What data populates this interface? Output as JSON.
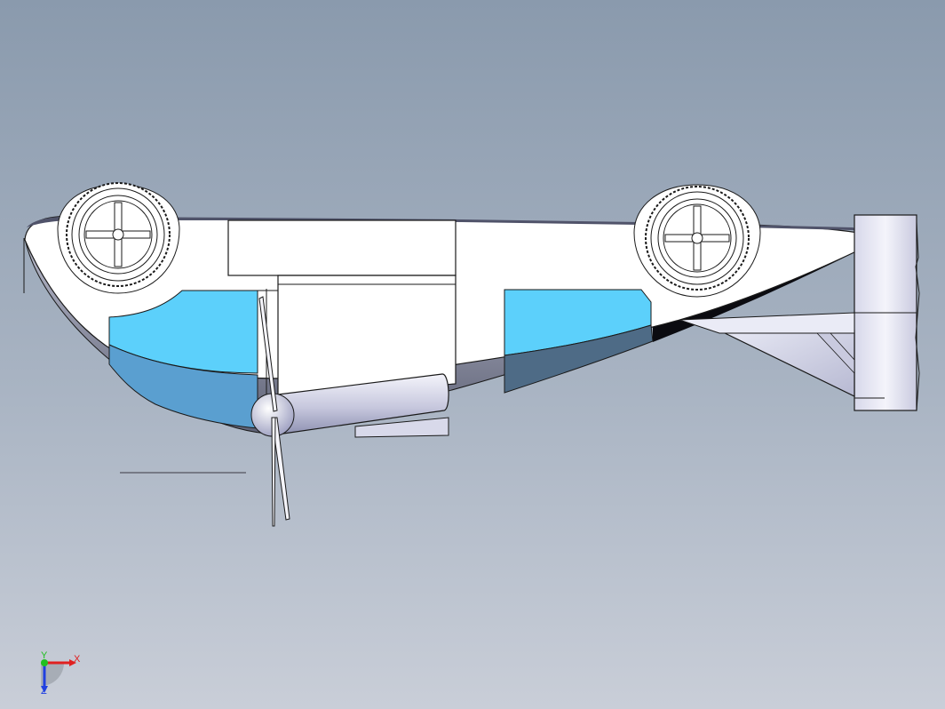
{
  "view": {
    "background_top": "#8a9aad",
    "background_bottom": "#c9ced8"
  },
  "model": {
    "part": "vehicle-body-side-view",
    "body_fill": "#ffffff",
    "outline_color": "#1a1a1a",
    "window_color": "#5cd0fb",
    "window_shadow_color": "#5a9fd0",
    "tail_gray": "#e6e8f2",
    "propeller_hub": "#ececf5"
  },
  "triad": {
    "x_label": "X",
    "y_label": "Y",
    "z_label": "Z",
    "x_color": "#e02020",
    "y_color": "#20c020",
    "z_color": "#2040e0"
  }
}
